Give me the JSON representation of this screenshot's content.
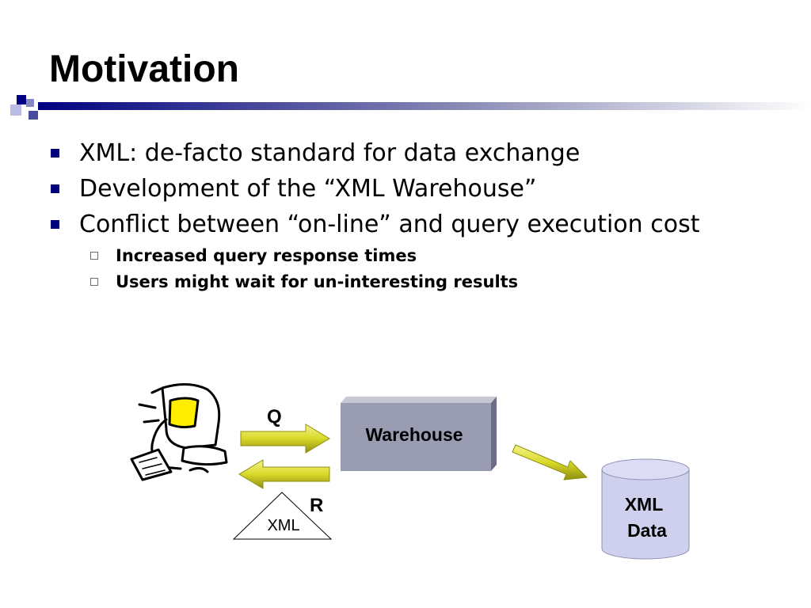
{
  "slide": {
    "title": "Motivation",
    "bullets": [
      "XML: de-facto standard for data exchange",
      "Development of the “XML Warehouse”",
      "Conflict between “on-line” and query execution cost"
    ],
    "sub_bullets": [
      "Increased query response times",
      "Users might wait for un-interesting results"
    ]
  },
  "diagram": {
    "query_label": "Q",
    "result_label": "R",
    "result_format": "XML",
    "warehouse_label": "Warehouse",
    "store_label_line1": "XML",
    "store_label_line2": "Data",
    "colors": {
      "warehouse_fill": "#9a9cb1",
      "arrow_fill": "#d9d92a",
      "store_fill": "#cfd0ee",
      "bullet": "#00007a"
    }
  }
}
